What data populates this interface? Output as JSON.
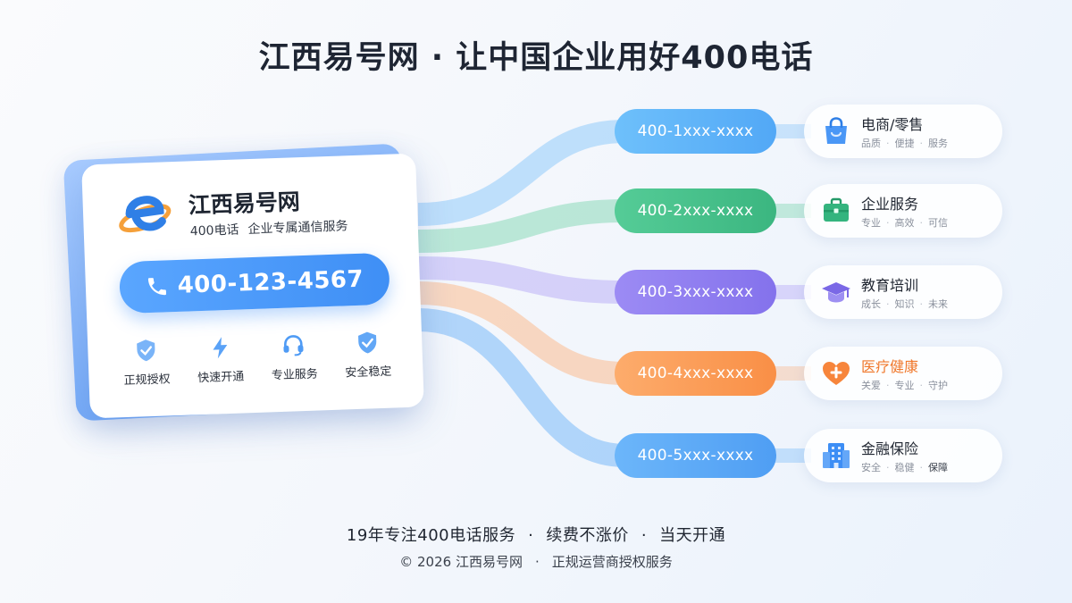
{
  "title": "江西易号网 · 让中国企业用好400电话",
  "card": {
    "brand_name": "江西易号网",
    "sub_left": "400电话",
    "sub_right": "企业专属通信服务",
    "phone": "400-123-4567",
    "features": [
      {
        "icon": "shield-check-icon",
        "label": "正规授权"
      },
      {
        "icon": "lightning-icon",
        "label": "快速开通"
      },
      {
        "icon": "headset-icon",
        "label": "专业服务"
      },
      {
        "icon": "shield-check-icon",
        "label": "安全稳定"
      }
    ]
  },
  "numbers": [
    {
      "label": "400-1xxx-xxxx",
      "color": "#5fb2f8"
    },
    {
      "label": "400-2xxx-xxxx",
      "color": "#45c08c"
    },
    {
      "label": "400-3xxx-xxxx",
      "color": "#8e7cf0"
    },
    {
      "label": "400-4xxx-xxxx",
      "color": "#fb9c57"
    },
    {
      "label": "400-5xxx-xxxx",
      "color": "#5aa8f6"
    }
  ],
  "industries": [
    {
      "icon": "shopping-bag-icon",
      "title": "电商/零售",
      "tags": [
        "品质",
        "便捷",
        "服务"
      ],
      "color": "#3d8ef5"
    },
    {
      "icon": "briefcase-icon",
      "title": "企业服务",
      "tags": [
        "专业",
        "高效",
        "可信"
      ],
      "color": "#2fb57e"
    },
    {
      "icon": "graduation-cap-icon",
      "title": "教育培训",
      "tags": [
        "成长",
        "知识",
        "未来"
      ],
      "color": "#7a68e6"
    },
    {
      "icon": "heart-medical-icon",
      "title": "医疗健康",
      "tags": [
        "关爱",
        "专业",
        "守护"
      ],
      "color": "#f7853b"
    },
    {
      "icon": "building-icon",
      "title": "金融保险",
      "tags": [
        "安全",
        "稳健",
        "保障"
      ],
      "color": "#3d8ef5"
    }
  ],
  "footer": {
    "items": [
      "19年专注400电话服务",
      "续费不涨价",
      "当天开通"
    ],
    "copyright": "© 2026 江西易号网",
    "license": "正规运营商授权服务"
  }
}
